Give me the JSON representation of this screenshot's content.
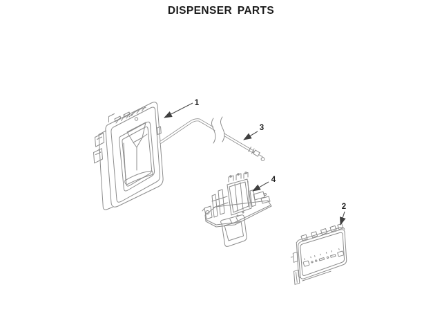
{
  "page": {
    "title": "DISPENSER PARTS"
  },
  "diagram": {
    "type": "exploded-parts-line-drawing",
    "callouts": [
      {
        "label": "1"
      },
      {
        "label": "2"
      },
      {
        "label": "3"
      },
      {
        "label": "4"
      }
    ],
    "colors": {
      "background": "#ffffff",
      "artwork": "#8c8c8c",
      "artwork_dark": "#777777",
      "callout_line": "#4a4a4a",
      "label_text": "#1f1f1f"
    }
  }
}
